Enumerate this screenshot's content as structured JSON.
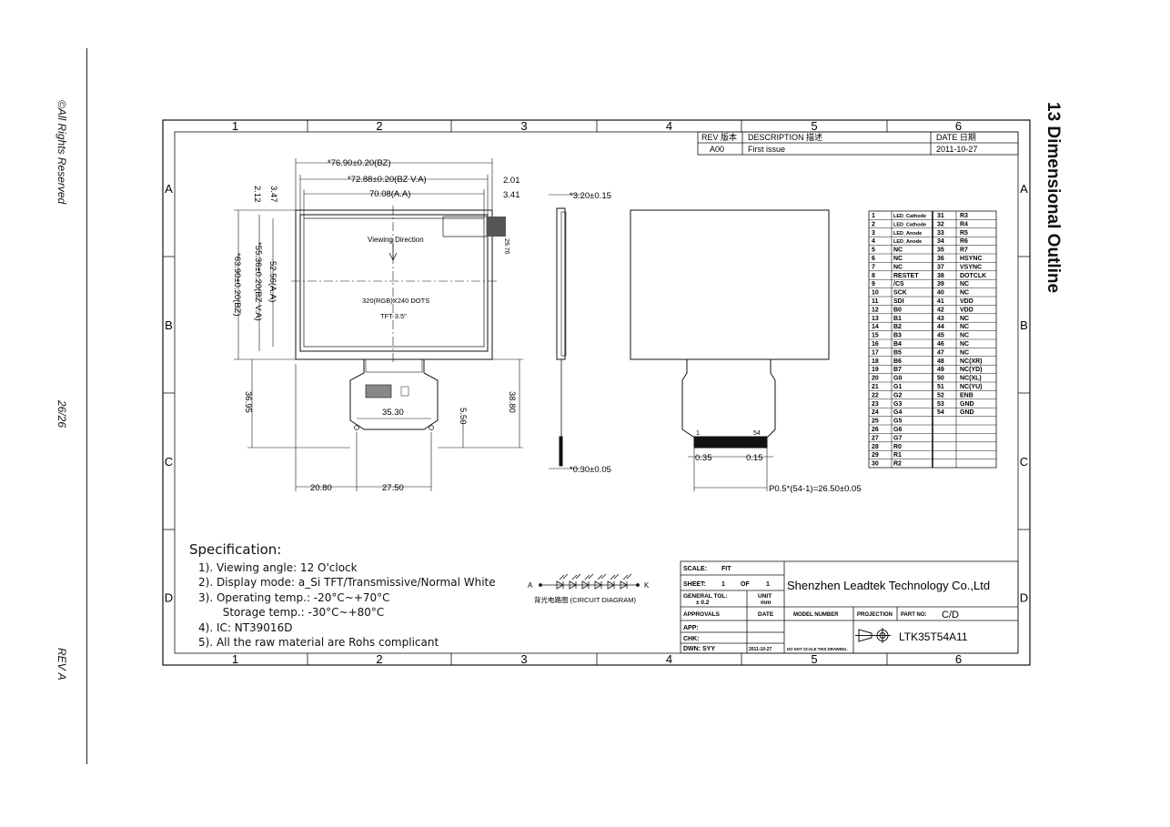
{
  "side": {
    "rights": "©All Rights Reserved",
    "page": "26/26",
    "rev": "REV A",
    "heading": "13 Dimensional Outline"
  },
  "grid": {
    "columns": [
      "1",
      "2",
      "3",
      "4",
      "5",
      "6"
    ],
    "rows": [
      "A",
      "B",
      "C",
      "D"
    ]
  },
  "revision": {
    "headers": [
      "REV 版本",
      "DESCRIPTION 描述",
      "DATE 日期"
    ],
    "rows": [
      [
        "A00",
        "First issue",
        "2011-10-27"
      ]
    ]
  },
  "front_view": {
    "dims": {
      "bz_width": "*76.90±0.20(BZ)",
      "va_width": "*72.88±0.20(BZ V.A)",
      "aa_width": "70.08(A.A)",
      "r1": "2.01",
      "r2": "3.41",
      "l1": "2.12",
      "l2": "3.47",
      "bz_height": "*63.90±0.20(BZ)",
      "va_height": "*55.36±0.20(BZ V.A)",
      "aa_height": "52.56(A.A)",
      "corner": "29.76",
      "fpc_h1": "36.95",
      "fpc_w": "35.30",
      "fpc_gap": "5.50",
      "total_h": "38.80",
      "bot_l": "20.80",
      "bot_w": "27.50"
    },
    "viewing": "Viewing Direction",
    "res": "320(RGB)X240 DOTS",
    "tft": "TFT 3.5\""
  },
  "side_view": {
    "thick": "*3.20±0.15",
    "fpc_t": "*0.30±0.05"
  },
  "fpc_view": {
    "pin1": "1",
    "pin54": "54",
    "d1": "0.35",
    "d2": "0.15",
    "pitch": "P0.5*(54-1)=26.50±0.05"
  },
  "pins": [
    [
      "1",
      "LED_Cathode",
      "31",
      "R3"
    ],
    [
      "2",
      "LED_Cathode",
      "32",
      "R4"
    ],
    [
      "3",
      "LED_Anode",
      "33",
      "R5"
    ],
    [
      "4",
      "LED_Anode",
      "34",
      "R6"
    ],
    [
      "5",
      "NC",
      "35",
      "R7"
    ],
    [
      "6",
      "NC",
      "36",
      "HSYNC"
    ],
    [
      "7",
      "NC",
      "37",
      "VSYNC"
    ],
    [
      "8",
      "RESTET",
      "38",
      "DOTCLK"
    ],
    [
      "9",
      "/CS",
      "39",
      "NC"
    ],
    [
      "10",
      "SCK",
      "40",
      "NC"
    ],
    [
      "11",
      "SDI",
      "41",
      "VDD"
    ],
    [
      "12",
      "B0",
      "42",
      "VDD"
    ],
    [
      "13",
      "B1",
      "43",
      "NC"
    ],
    [
      "14",
      "B2",
      "44",
      "NC"
    ],
    [
      "15",
      "B3",
      "45",
      "NC"
    ],
    [
      "16",
      "B4",
      "46",
      "NC"
    ],
    [
      "17",
      "B5",
      "47",
      "NC"
    ],
    [
      "18",
      "B6",
      "48",
      "NC(XR)"
    ],
    [
      "19",
      "B7",
      "49",
      "NC(YD)"
    ],
    [
      "20",
      "G0",
      "50",
      "NC(XL)"
    ],
    [
      "21",
      "G1",
      "51",
      "NC(YU)"
    ],
    [
      "22",
      "G2",
      "52",
      "ENB"
    ],
    [
      "23",
      "G3",
      "53",
      "GND"
    ],
    [
      "24",
      "G4",
      "54",
      "GND"
    ],
    [
      "25",
      "G5",
      "",
      ""
    ],
    [
      "26",
      "G6",
      "",
      ""
    ],
    [
      "27",
      "G7",
      "",
      ""
    ],
    [
      "28",
      "R0",
      "",
      ""
    ],
    [
      "29",
      "R1",
      "",
      ""
    ],
    [
      "30",
      "R2",
      "",
      ""
    ]
  ],
  "spec": {
    "title": "Specification:",
    "items": [
      "1).  Viewing angle: 12 O'clock",
      "2).  Display mode: a_Si TFT/Transmissive/Normal White",
      "3).  Operating temp.: -20°C~+70°C",
      "       Storage temp.: -30°C~+80°C",
      "4).  IC:  NT39016D",
      "5).  All the raw material are Rohs complicant"
    ]
  },
  "circuit": {
    "a": "A",
    "k": "K",
    "label": "背光电路图 (CIRCUIT DIAGRAM)"
  },
  "titleblock": {
    "scale_l": "SCALE:",
    "scale_v": "FIT",
    "sheet_l": "SHEET:",
    "sheet_v": "1",
    "of": "OF",
    "sheet_t": "1",
    "tol_l": "GENERAL TOL:",
    "tol_v": "± 0.2",
    "unit_l": "UNIT",
    "unit_v": "mm",
    "approvals": "APPROVALS",
    "date": "DATE",
    "app": "APP:",
    "chk": "CHK:",
    "dwn": "DWN: SYY",
    "dwn_date": "2011-10-27",
    "company": "Shenzhen Leadtek Technology Co.,Ltd",
    "model_l": "MODEL NUMBER",
    "proj_l": "PROJECTION",
    "part_l": "PART NO:",
    "part_v": "C/D",
    "noscale": "DO NOT SCALE THIS DRAWING.",
    "model_v": "LTK35T54A11"
  }
}
